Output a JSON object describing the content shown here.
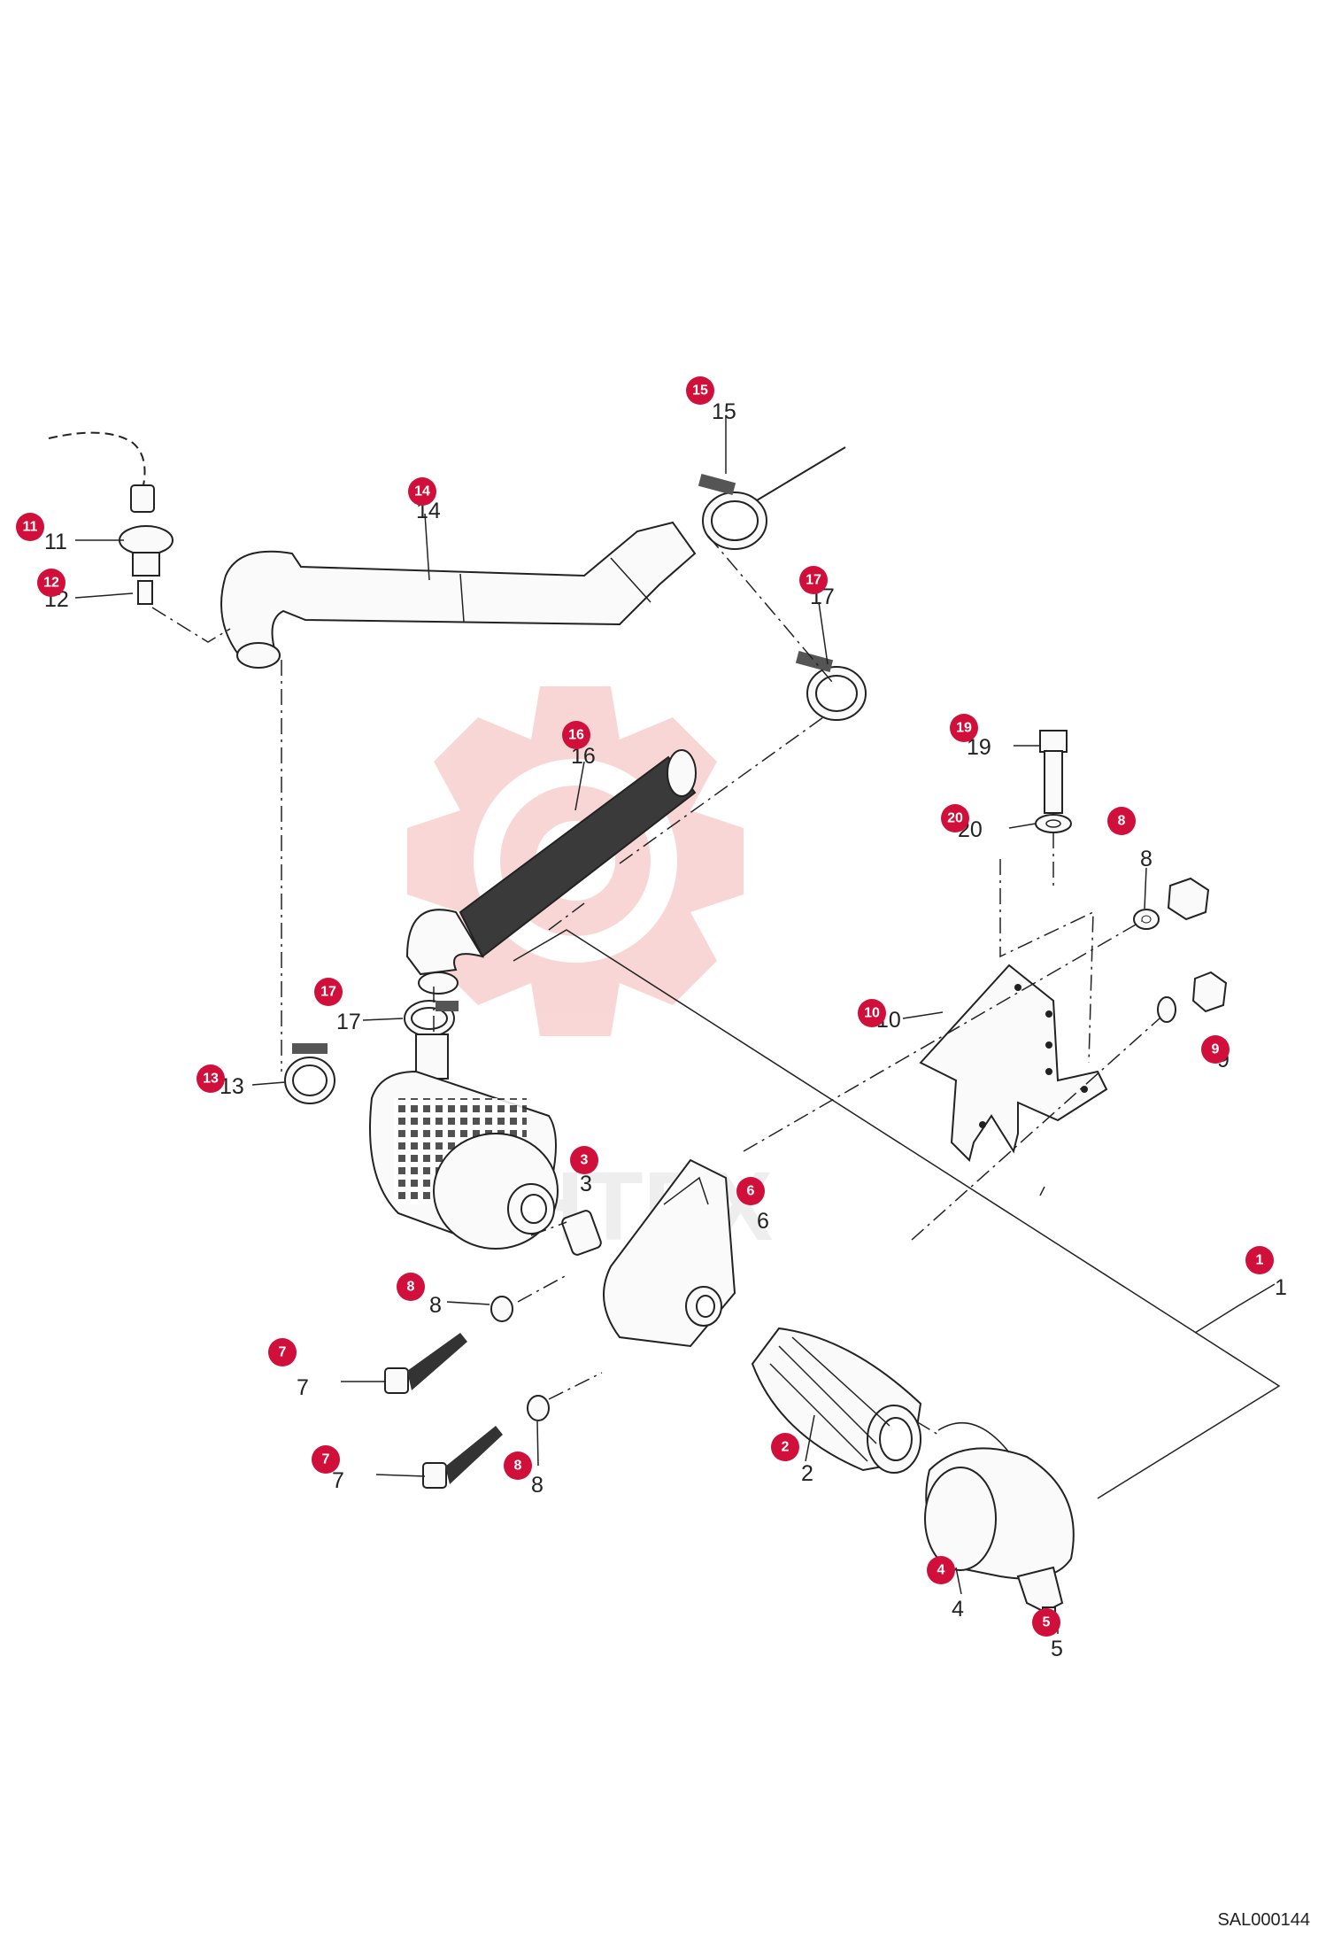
{
  "drawing_code": "SAL000144",
  "watermark_text": "HTEX",
  "colors": {
    "badge": "#d0103a",
    "watermark": "#f7c9c9",
    "line": "#222222"
  },
  "callouts": [
    {
      "id": "15",
      "label": "15"
    },
    {
      "id": "14",
      "label": "14"
    },
    {
      "id": "11",
      "label": "11"
    },
    {
      "id": "12",
      "label": "12"
    },
    {
      "id": "17a",
      "label": "17"
    },
    {
      "id": "16",
      "label": "16"
    },
    {
      "id": "19",
      "label": "19"
    },
    {
      "id": "20",
      "label": "20"
    },
    {
      "id": "8a",
      "label": "8"
    },
    {
      "id": "17b",
      "label": "17"
    },
    {
      "id": "10",
      "label": "10"
    },
    {
      "id": "9",
      "label": "9"
    },
    {
      "id": "13",
      "label": "13"
    },
    {
      "id": "3",
      "label": "3"
    },
    {
      "id": "6",
      "label": "6"
    },
    {
      "id": "1",
      "label": "1"
    },
    {
      "id": "8b",
      "label": "8"
    },
    {
      "id": "7a",
      "label": "7"
    },
    {
      "id": "2",
      "label": "2"
    },
    {
      "id": "7b",
      "label": "7"
    },
    {
      "id": "8c",
      "label": "8"
    },
    {
      "id": "4",
      "label": "4"
    },
    {
      "id": "5",
      "label": "5"
    }
  ]
}
